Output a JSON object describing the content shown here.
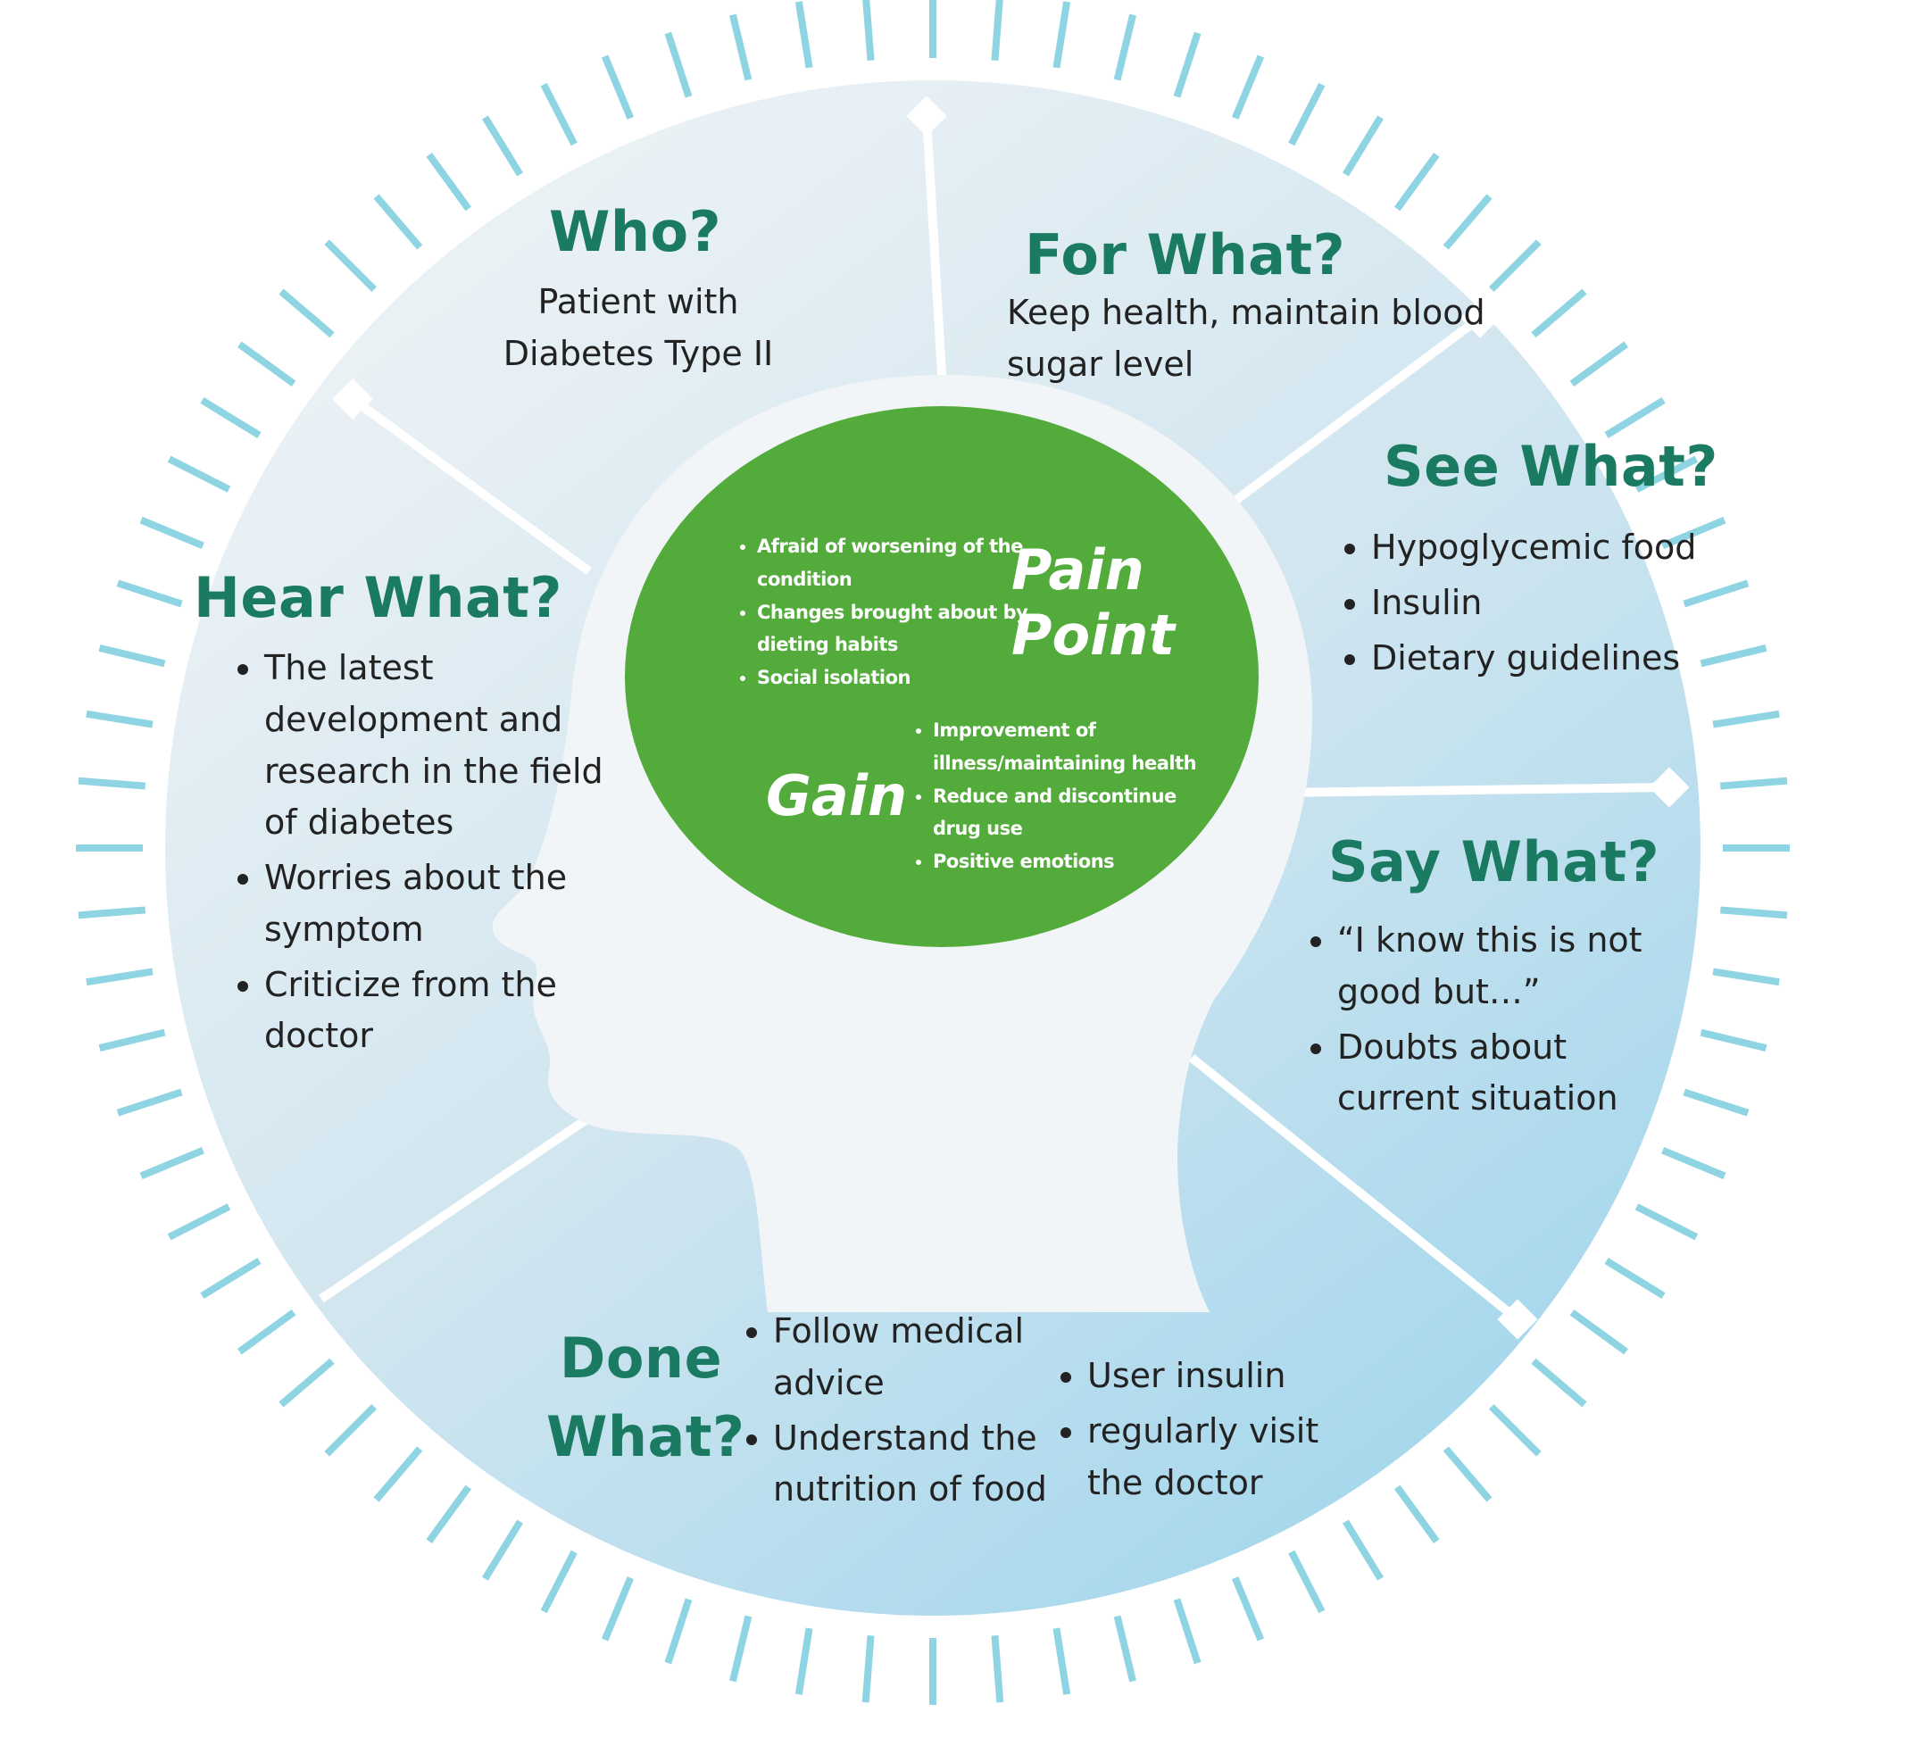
{
  "sections": {
    "who": {
      "title": "Who?",
      "text": "Patient with\nDiabetes Type II"
    },
    "for_what": {
      "title": "For What?",
      "text": "Keep health, maintain blood\nsugar level"
    },
    "see_what": {
      "title": "See What?",
      "items": [
        "Hypoglycemic food",
        "Insulin",
        "Dietary guidelines"
      ]
    },
    "say_what": {
      "title": "Say What?",
      "items": [
        "“I know this is not good but…”",
        "Doubts about current situation"
      ]
    },
    "hear_what": {
      "title": "Hear What?",
      "items": [
        "The latest development and research in the field of diabetes",
        "Worries about the symptom",
        "Criticize from the doctor"
      ]
    },
    "done_what": {
      "title": "Done What?",
      "items_left": [
        "Follow medical advice",
        "Understand the nutrition of food"
      ],
      "items_right": [
        "User insulin",
        "regularly visit the doctor"
      ]
    }
  },
  "center": {
    "pain_title": "Pain Point",
    "pain_items": [
      "Afraid of worsening of the condition",
      "Changes brought about by dieting habits",
      "Social isolation"
    ],
    "gain_title": "Gain",
    "gain_items": [
      "Improvement of illness/maintaining health",
      "Reduce and discontinue drug use",
      "Positive emotions"
    ]
  },
  "colors": {
    "title": "#1a7a62",
    "center_circle": "#52ab3a",
    "tick": "#8ed4e2",
    "ring_light": "#edf2f5",
    "ring_dark": "#a5d8ec",
    "head": "#f2f5f7",
    "divider": "#ffffff"
  }
}
